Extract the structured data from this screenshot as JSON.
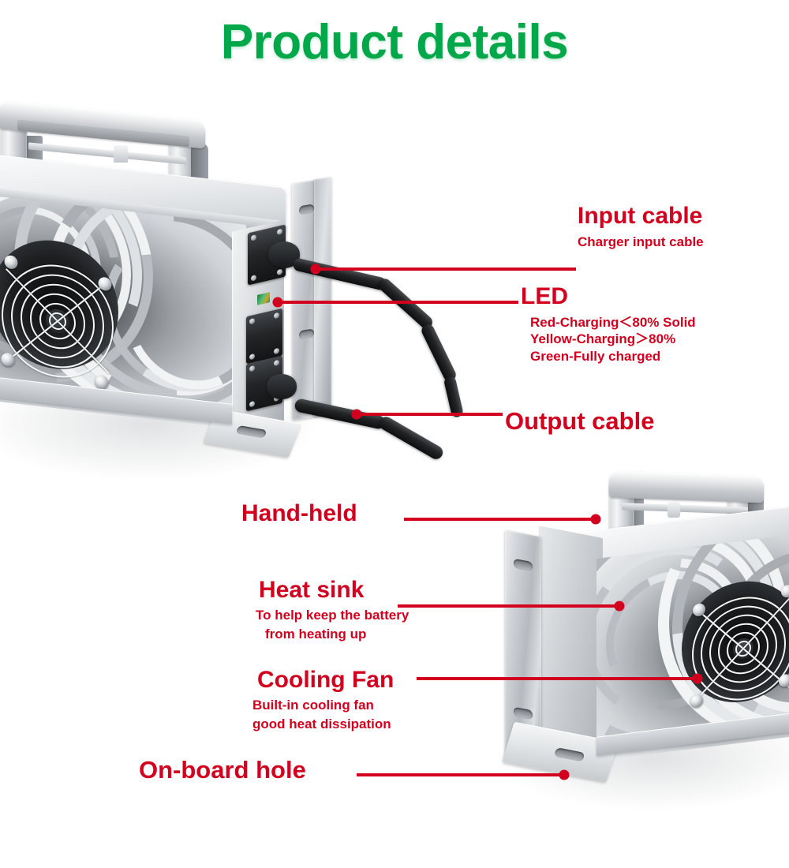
{
  "page": {
    "title": "Product details",
    "title_color": "#00a84a",
    "accent_color": "#d2001e",
    "background": "#ffffff"
  },
  "callouts": [
    {
      "id": "input-cable",
      "title": "Input cable",
      "sub_lines": [
        "Charger input cable"
      ]
    },
    {
      "id": "led",
      "title": "LED",
      "sub_lines": [
        "Red-Charging＜80% Solid",
        "Yellow-Charging＞80%",
        "Green-Fully charged"
      ]
    },
    {
      "id": "output-cable",
      "title": "Output cable",
      "sub_lines": []
    },
    {
      "id": "hand-held",
      "title": "Hand-held",
      "sub_lines": []
    },
    {
      "id": "heat-sink",
      "title": "Heat sink",
      "sub_lines": [
        "To help keep the battery",
        "from heating up"
      ]
    },
    {
      "id": "cooling-fan",
      "title": "Cooling Fan",
      "sub_lines": [
        "Built-in cooling fan",
        "good heat dissipation"
      ]
    },
    {
      "id": "on-board-hole",
      "title": "On-board hole",
      "sub_lines": []
    }
  ],
  "product": {
    "name": "battery-charger",
    "parts": [
      "carry-handle",
      "aluminium-heat-sink",
      "cooling-fan-grille",
      "mounting-bracket",
      "input-cable",
      "output-cable",
      "led-indicator"
    ]
  }
}
